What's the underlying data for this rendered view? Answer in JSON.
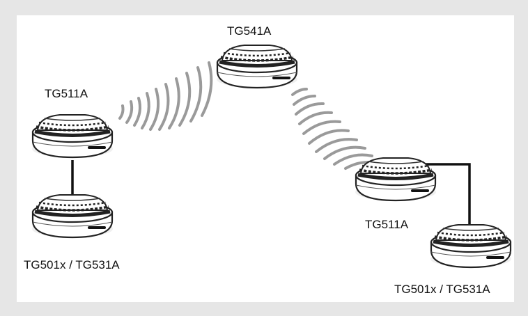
{
  "devices": [
    {
      "id": "central",
      "label": "TG541A",
      "icon": "smoke-detector-icon"
    },
    {
      "id": "left-top",
      "label": "TG511A",
      "icon": "smoke-detector-icon"
    },
    {
      "id": "left-bot",
      "label": "TG501x / TG531A",
      "icon": "smoke-detector-icon"
    },
    {
      "id": "right-top",
      "label": "TG511A",
      "icon": "smoke-detector-icon"
    },
    {
      "id": "right-bot",
      "label": "TG501x / TG531A",
      "icon": "smoke-detector-icon"
    }
  ],
  "links": [
    {
      "from": "left-top",
      "to": "left-bot",
      "type": "wired"
    },
    {
      "from": "right-top",
      "to": "right-bot",
      "type": "wired"
    },
    {
      "from": "left-top",
      "to": "central",
      "type": "wireless"
    },
    {
      "from": "central",
      "to": "right-top",
      "type": "wireless"
    }
  ],
  "colors": {
    "background": "#e6e6e6",
    "panel": "#ffffff",
    "line": "#111111",
    "wave": "#9a9a9a"
  }
}
